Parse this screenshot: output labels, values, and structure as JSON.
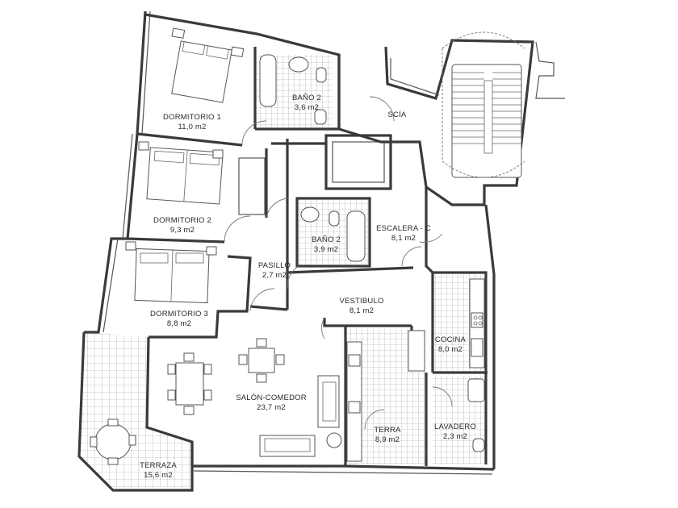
{
  "rooms": {
    "dormitorio1": {
      "name": "DORMITORIO 1",
      "area": "11,0 m2"
    },
    "bano2_top": {
      "name": "BAÑO 2",
      "area": "3,6 m2"
    },
    "dormitorio2": {
      "name": "DORMITORIO 2",
      "area": "9,3 m2"
    },
    "bano2_mid": {
      "name": "BAÑO 2",
      "area": "3,9 m2"
    },
    "escalera": {
      "name": "ESCALERA - C",
      "area": "8,1 m2"
    },
    "pasillo": {
      "name": "PASILLO",
      "area": "2,7 m2"
    },
    "dormitorio3": {
      "name": "DORMITORIO 3",
      "area": "8,8 m2"
    },
    "vestibulo": {
      "name": "VESTIBULO",
      "area": "8,1 m2"
    },
    "cocina": {
      "name": "COCINA",
      "area": "8,0 m2"
    },
    "salon": {
      "name": "SALÓN-COMEDOR",
      "area": "23,7 m2"
    },
    "terra": {
      "name": "TERRA",
      "area": "8,9 m2"
    },
    "lavadero": {
      "name": "LAVADERO",
      "area": "2,3 m2"
    },
    "terraza": {
      "name": "TERRAZA",
      "area": "15,6 m2"
    }
  },
  "labels": {
    "scia": "SCÍA"
  },
  "colors": {
    "walls": "#3a3a3a",
    "fixtures": "#555555",
    "tiles": "#9a9a9a",
    "text": "#2a2a2a",
    "background": "#ffffff"
  }
}
